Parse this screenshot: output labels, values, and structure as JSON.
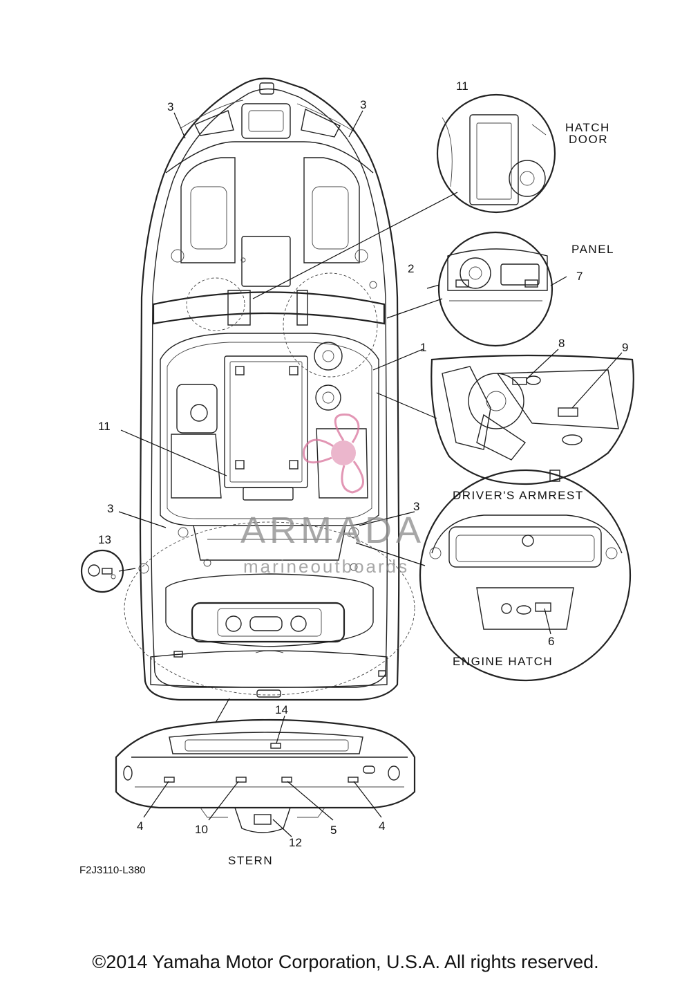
{
  "diagram_code": "F2J3110-L380",
  "copyright": "©2014 Yamaha Motor Corporation, U.S.A. All rights reserved.",
  "watermark": {
    "brand": "ARMADA",
    "tagline": "marineoutboards",
    "accent_color": "#d9739c"
  },
  "view_captions": {
    "hatch_door": [
      "HATCH",
      "DOOR"
    ],
    "panel": "PANEL",
    "drivers_armrest": "DRIVER'S ARMREST",
    "engine_hatch": "ENGINE HATCH",
    "stern": "STERN"
  },
  "callouts": {
    "c3_bow_left": "3",
    "c3_bow_right": "3",
    "c11_hatch": "11",
    "c2": "2",
    "c7": "7",
    "c1": "1",
    "c8": "8",
    "c9": "9",
    "c11_cockpit": "11",
    "c3_aft_left": "3",
    "c3_aft_right": "3",
    "c13": "13",
    "c6": "6",
    "c14": "14",
    "c4_left": "4",
    "c10": "10",
    "c12": "12",
    "c5": "5",
    "c4_right": "4"
  }
}
